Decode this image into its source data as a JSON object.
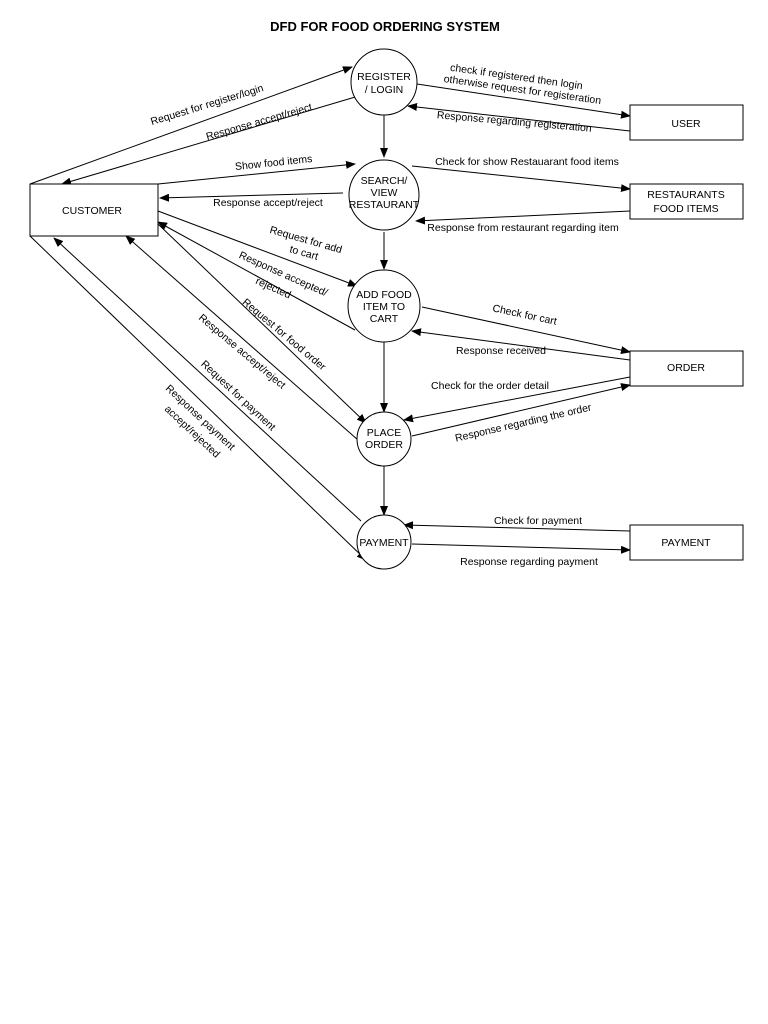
{
  "title": "DFD FOR FOOD ORDERING SYSTEM",
  "entities": {
    "customer": "CUSTOMER",
    "user": "USER",
    "restaurants": [
      "RESTAURANTS",
      "FOOD ITEMS"
    ],
    "order": "ORDER",
    "payment": "PAYMENT"
  },
  "processes": {
    "register": [
      "REGISTER",
      "/ LOGIN"
    ],
    "search": [
      "SEARCH/",
      "VIEW",
      "RESTAURANT"
    ],
    "add_cart": [
      "ADD FOOD",
      "ITEM TO",
      "CART"
    ],
    "place_order": [
      "PLACE",
      "ORDER"
    ],
    "payment": "PAYMENT"
  },
  "flows": {
    "req_register": "Request for register/login",
    "resp_accept_reject_1": "Response accept/reject",
    "check_registered": [
      "check if registered then login",
      "otherwise request for registeration"
    ],
    "resp_registration": "Response regarding registeration",
    "show_food": "Show food items",
    "resp_accept_reject_2": "Response accept/reject",
    "check_show_rest": "Check for show Restauarant food items",
    "resp_from_rest": "Response from restaurant regarding item",
    "req_add_cart": [
      "Request for add",
      "to cart"
    ],
    "resp_accepted_rejected": [
      "Response accepted/",
      "rejected"
    ],
    "check_cart": "Check for cart",
    "resp_received": "Response received",
    "req_food_order": "Request for food order",
    "resp_accept_reject_3": "Response accept/reject",
    "check_order_detail": "Check for the order detail",
    "resp_regarding_order": "Response regarding the order",
    "req_payment": "Request for payment",
    "resp_payment": [
      "Response payment",
      "accept/rejected"
    ],
    "check_payment": "Check for payment",
    "resp_payment_2": "Response regarding payment"
  }
}
